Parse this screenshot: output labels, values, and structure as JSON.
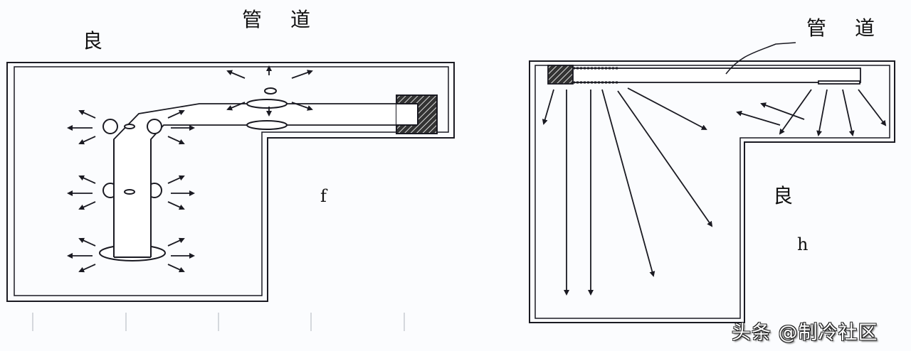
{
  "left_diagram": {
    "label_room": "良",
    "label_duct": "管　道",
    "label_letter": "f",
    "description": "Duct with side diffusers spreading air in all directions"
  },
  "right_diagram": {
    "label_duct": "管　道",
    "label_room": "良",
    "label_letter": "h",
    "description": "Straight duct with end outlets throwing air across room"
  },
  "watermark": "头条 @制冷社区",
  "colors": {
    "line": "#1a1a22",
    "background": "#fbfcfe",
    "watermark": "#ffffff"
  }
}
